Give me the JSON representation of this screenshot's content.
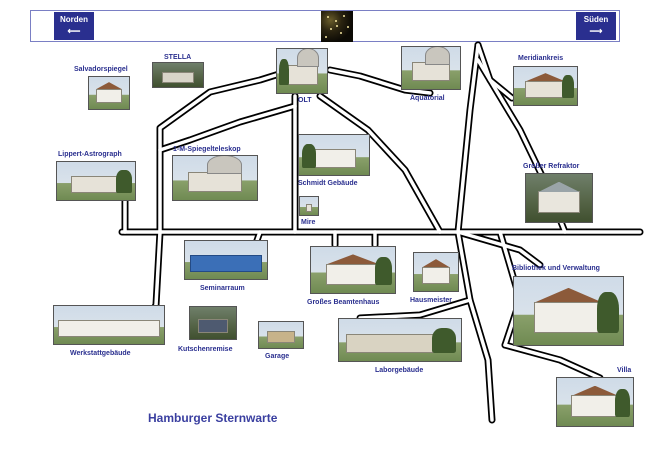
{
  "header": {
    "north_label": "Norden",
    "north_arrow": "⟵",
    "south_label": "Süden",
    "south_arrow": "⟶"
  },
  "title": "Hamburger Sternwarte",
  "colors": {
    "label": "#2a2f8f",
    "title": "#3a3fa0",
    "nav_button": "#2a2f8f",
    "road": "#000000"
  },
  "buildings": {
    "salvadorspiegel": "Salvadorspiegel",
    "stella": "STELLA",
    "olt": "OLT",
    "aequatorial": "Äquatorial",
    "meridiankreis": "Meridiankreis",
    "lippert_astrograph": "Lippert-Astrograph",
    "spiegelteleskop_1m": "1-M-Spiegelteleskop",
    "schmidt_gebaeude": "Schmidt Gebäude",
    "grosser_refraktor": "Großer Refraktor",
    "mire": "Mire",
    "seminarraum": "Seminarraum",
    "grosses_beamtenhaus": "Großes Beamtenhaus",
    "hausmeister": "Hausmeister",
    "bibliothek": "Bibliothek und Verwaltung",
    "werkstattgebaeude": "Werkstattgebäude",
    "kutschenremise": "Kutschenremise",
    "garage": "Garage",
    "laborgebaeude": "Laborgebäude",
    "villa": "Villa"
  }
}
